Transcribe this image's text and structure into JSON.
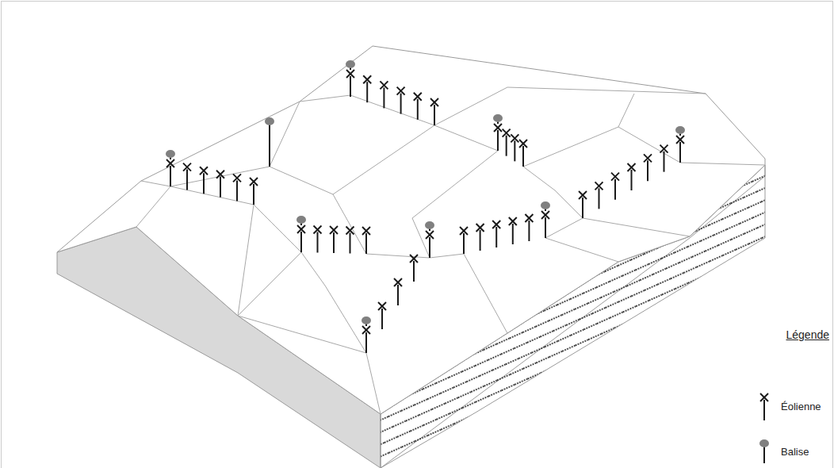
{
  "diagram": {
    "labels": [
      "Légende"
    ],
    "legend": [
      {
        "text": "Éolienne"
      },
      {
        "text": "Balise"
      }
    ]
  }
}
